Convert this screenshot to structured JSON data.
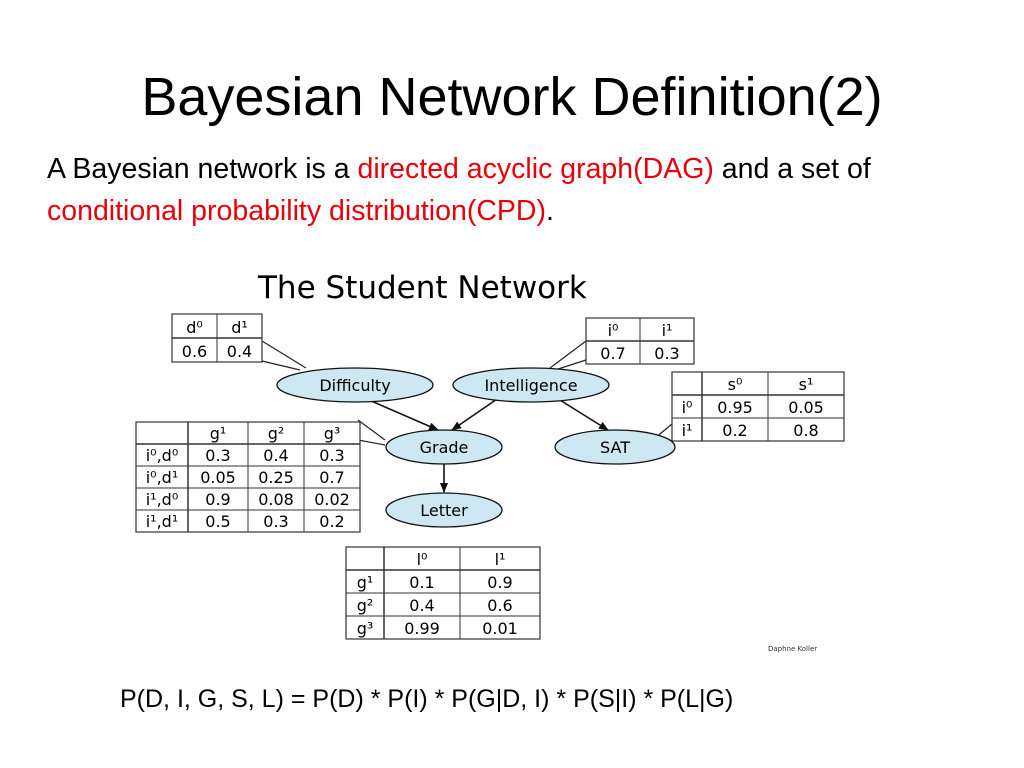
{
  "slide": {
    "title": "Bayesian Network Definition(2)",
    "body_1": "A Bayesian network is a ",
    "body_hl_1": "directed acyclic graph(DAG)",
    "body_2": " and a set of ",
    "body_hl_2": "conditional probability distribution(CPD)",
    "body_3": ".",
    "formula": "P(D, I, G, S, L) = P(D) * P(I) * P(G|D, I) * P(S|I) * P(L|G)",
    "colors": {
      "highlight": "#e8000b",
      "node_fill": "#cde8f2",
      "node_stroke": "#111111"
    }
  },
  "diagram": {
    "title": "The Student Network",
    "credit": "Daphne Koller",
    "nodes": {
      "difficulty": "Difficulty",
      "intelligence": "Intelligence",
      "grade": "Grade",
      "sat": "SAT",
      "letter": "Letter"
    },
    "cpd_difficulty": {
      "headers": [
        "d⁰",
        "d¹"
      ],
      "rows": [
        [
          "0.6",
          "0.4"
        ]
      ]
    },
    "cpd_intelligence": {
      "headers": [
        "i⁰",
        "i¹"
      ],
      "rows": [
        [
          "0.7",
          "0.3"
        ]
      ]
    },
    "cpd_sat": {
      "headers": [
        "",
        "s⁰",
        "s¹"
      ],
      "rows": [
        [
          "i⁰",
          "0.95",
          "0.05"
        ],
        [
          "i¹",
          "0.2",
          "0.8"
        ]
      ]
    },
    "cpd_grade": {
      "headers": [
        "",
        "g¹",
        "g²",
        "g³"
      ],
      "rows": [
        [
          "i⁰,d⁰",
          "0.3",
          "0.4",
          "0.3"
        ],
        [
          "i⁰,d¹",
          "0.05",
          "0.25",
          "0.7"
        ],
        [
          "i¹,d⁰",
          "0.9",
          "0.08",
          "0.02"
        ],
        [
          "i¹,d¹",
          "0.5",
          "0.3",
          "0.2"
        ]
      ]
    },
    "cpd_letter": {
      "headers": [
        "",
        "l⁰",
        "l¹"
      ],
      "rows": [
        [
          "g¹",
          "0.1",
          "0.9"
        ],
        [
          "g²",
          "0.4",
          "0.6"
        ],
        [
          "g³",
          "0.99",
          "0.01"
        ]
      ]
    }
  }
}
